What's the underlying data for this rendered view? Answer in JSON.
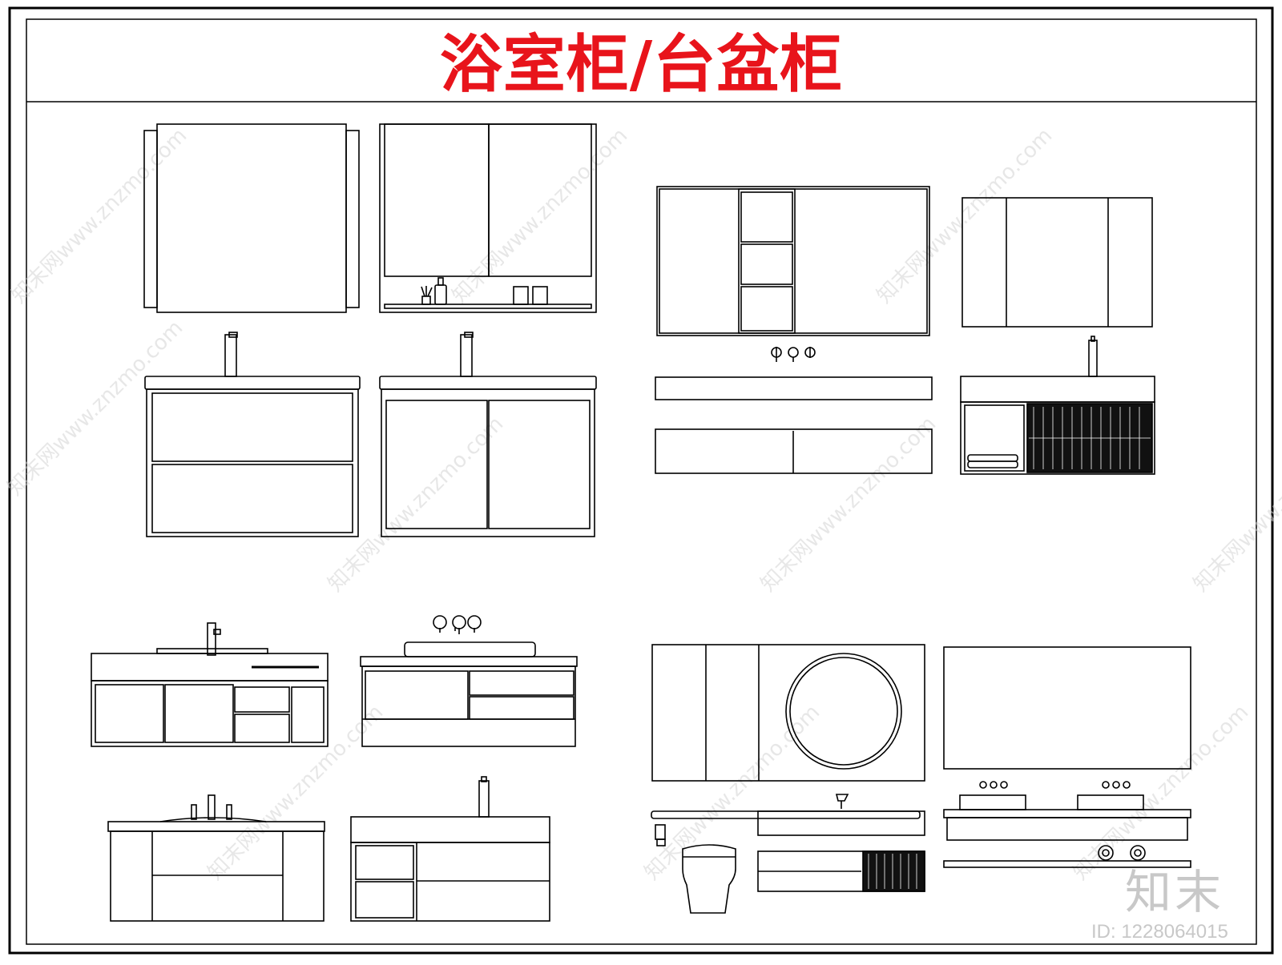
{
  "title": "浴室柜/台盆柜",
  "watermark": "知末网www.znzmo.com",
  "logo": "知末",
  "image_id": "ID: 1228064015",
  "colors": {
    "title": "#e8141b",
    "lines": "#000000",
    "watermark": "#d0d0d0"
  }
}
